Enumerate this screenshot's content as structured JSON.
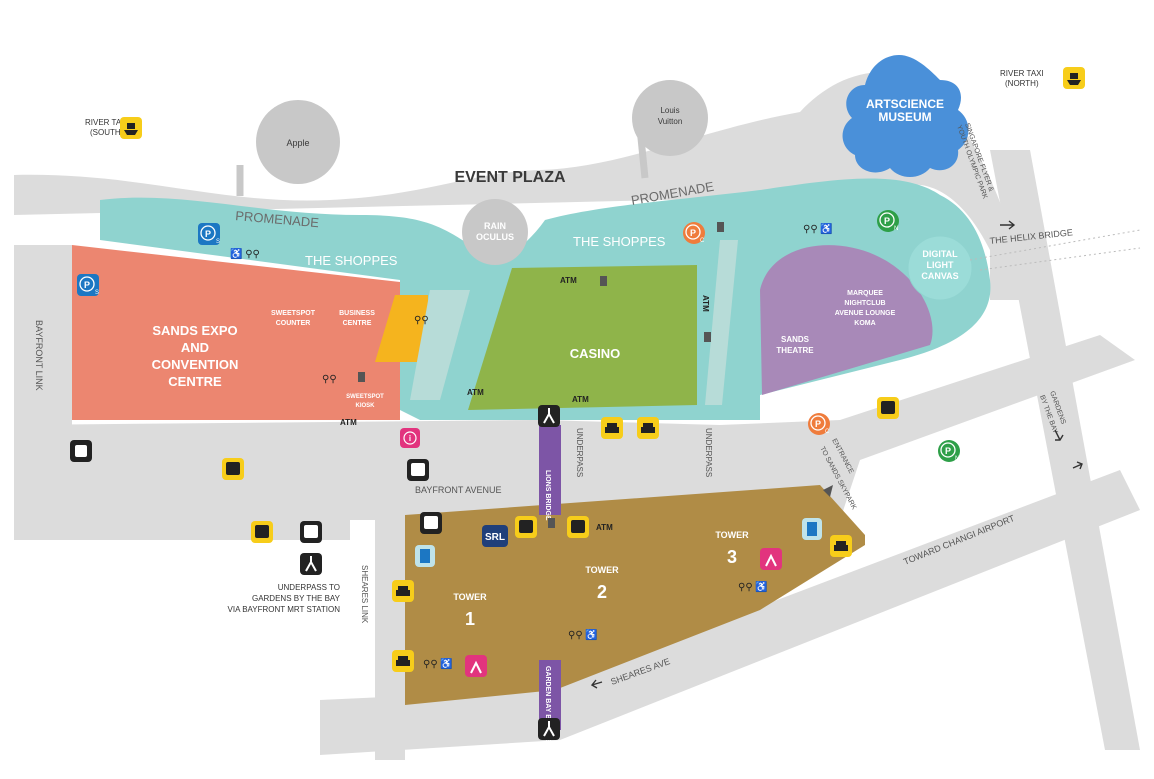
{
  "labels": {
    "event_plaza": "EVENT PLAZA",
    "promenade": "PROMENADE",
    "the_shoppes": "THE SHOPPES",
    "apple": "Apple",
    "louis_vuitton_1": "Louis",
    "louis_vuitton_2": "Vuitton",
    "rain_oculus_1": "RAIN",
    "rain_oculus_2": "OCULUS",
    "artscience_1": "ARTSCIENCE",
    "artscience_2": "MUSEUM",
    "river_taxi_south_1": "RIVER TAXI",
    "river_taxi_south_2": "(SOUTH)",
    "river_taxi_north_1": "RIVER TAXI",
    "river_taxi_north_2": "(NORTH)",
    "singapore_flyer_1": "SINGAPORE FLYER &",
    "singapore_flyer_2": "YOUTH OLYMPIC PARK",
    "helix_bridge": "THE HELIX BRIDGE",
    "digital_light_1": "DIGITAL",
    "digital_light_2": "LIGHT",
    "digital_light_3": "CANVAS",
    "marquee_1": "MARQUEE",
    "marquee_2": "NIGHTCLUB",
    "marquee_3": "AVENUE LOUNGE",
    "marquee_4": "KOMA",
    "sands_theatre_1": "SANDS",
    "sands_theatre_2": "THEATRE",
    "casino": "CASINO",
    "atm": "ATM",
    "expo_1": "SANDS EXPO",
    "expo_2": "AND",
    "expo_3": "CONVENTION",
    "expo_4": "CENTRE",
    "sweetspot_counter_1": "SWEETSPOT",
    "sweetspot_counter_2": "COUNTER",
    "business_centre_1": "BUSINESS",
    "business_centre_2": "CENTRE",
    "sweetspot_kiosk_1": "SWEETSPOT",
    "sweetspot_kiosk_2": "KIOSK",
    "bayfront_link": "BAYFRONT LINK",
    "bayfront_avenue": "BAYFRONT AVENUE",
    "lions_bridge": "LIONS BRIDGE",
    "underpass": "UNDERPASS",
    "entrance_skypark_1": "ENTRANCE",
    "entrance_skypark_2": "TO SANDS SKYPARK",
    "gardens_by_the_bay_1": "GARDENS",
    "gardens_by_the_bay_2": "BY THE BAY",
    "toward_changi": "TOWARD CHANGI AIRPORT",
    "sheares_link": "SHEARES LINK",
    "sheares_ave": "SHEARES AVE",
    "garden_bay_bridge": "GARDEN BAY BRIDGE",
    "tower": "TOWER",
    "tower_1": "1",
    "tower_2": "2",
    "tower_3": "3",
    "underpass_gardens_1": "UNDERPASS TO",
    "underpass_gardens_2": "GARDENS BY THE BAY",
    "underpass_gardens_3": "VIA BAYFRONT MRT STATION",
    "srl": "SRL",
    "parking_p": "P",
    "sub_s": "S",
    "sub_c": "C",
    "sub_n": "N",
    "info_i": "i"
  },
  "colors": {
    "road": "#dcdcdc",
    "shoppes": "#8fd3cf",
    "expo": "#ec8670",
    "casino": "#8fb44a",
    "theatre": "#a889b8",
    "tower": "#b08c46",
    "museum": "#4a90d9",
    "venue_circle": "#c8c8c8",
    "taxi_yellow": "#f7cd1a",
    "bridge_purple": "#7d55a6",
    "parking_blue": "#1c77c3",
    "parking_orange": "#ef7c3c",
    "parking_green": "#2e9f48",
    "toilet_pink": "#e2347e"
  },
  "icons": {
    "taxi": "taxi-icon",
    "bus": "bus-icon",
    "boat": "boat-icon",
    "restroom": "restroom-icon",
    "accessible": "wheelchair-icon",
    "lift": "lift-icon",
    "walk": "walking-icon",
    "atm_machine": "atm-icon",
    "info": "info-icon"
  }
}
